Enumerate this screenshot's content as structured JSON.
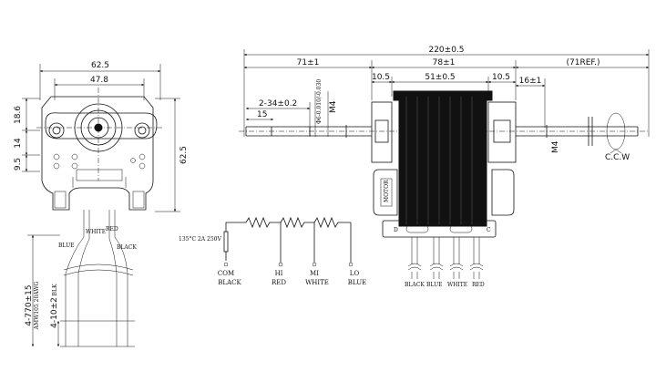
{
  "left_view": {
    "width_overall": "62.5",
    "width_inner": "47.8",
    "height_overall": "62.5",
    "dim_top": "18.6",
    "dim_mid": "14",
    "dim_low": "9.5",
    "lead_length": "4-770±15",
    "lead_awg": "AMW105 20AWG",
    "lead_strip": "4-10±2",
    "lead_strip_note": "BLK",
    "wire_white": "WHITE",
    "wire_red": "RED",
    "wire_blue": "BLUE",
    "wire_black": "BLACK"
  },
  "side_view": {
    "total_length": "220±0.5",
    "left_shaft": "71±1",
    "stack_length": "78±1",
    "ref_length": "(71REF.)",
    "left_gap": "10.5",
    "core_length": "51±0.5",
    "right_gap": "10.5",
    "right_thread": "16±1",
    "flat_length": "2-34±0.2",
    "shaft_end": "15",
    "shaft_dia": "Φ6-0.010/-0.030",
    "thread_left": "M4",
    "thread_right": "M4",
    "rotation": "C.C.W",
    "label_d": "D",
    "label_c": "C",
    "plate_text": "MOTOR",
    "wires": [
      "BLACK",
      "BLUE",
      "WHITE",
      "RED"
    ]
  },
  "schematic": {
    "fuse": "135°C 2A 250V",
    "taps": [
      {
        "code": "COM",
        "color": "BLACK"
      },
      {
        "code": "HI",
        "color": "RED"
      },
      {
        "code": "MI",
        "color": "WHITE"
      },
      {
        "code": "LO",
        "color": "BLUE"
      }
    ]
  }
}
